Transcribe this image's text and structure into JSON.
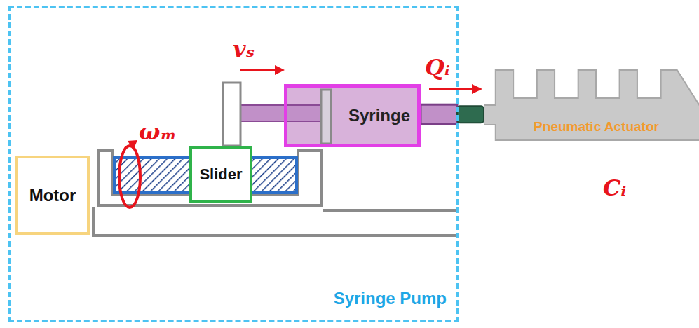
{
  "diagram": {
    "nodes": [
      {
        "text": [
          "Syringe Pump"
        ]
      },
      {
        "text": [
          "Motor"
        ],
        "in": 0
      },
      {
        "text": [
          "Slider"
        ],
        "in": 0
      },
      {
        "text": [
          "Syringe"
        ],
        "in": 0
      },
      {
        "text": [
          "Pneumatic Actuator"
        ]
      }
    ],
    "edges": [
      {
        "from": 3,
        "to": 4,
        "arrow": "none"
      }
    ],
    "labels": [
      "vₛ",
      "ωₘ",
      "Qᵢ",
      "Cᵢ"
    ]
  }
}
